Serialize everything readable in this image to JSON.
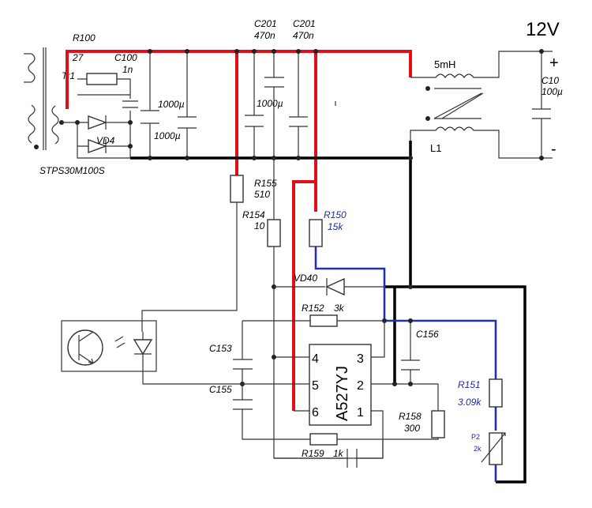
{
  "supply": {
    "voltage": "12V",
    "plus": "+",
    "minus": "-"
  },
  "transformer": {
    "name": "Tr1"
  },
  "resistors": {
    "r100": {
      "ref": "R100",
      "value": "27"
    },
    "r155": {
      "ref": "R155",
      "value": "510"
    },
    "r154": {
      "ref": "R154",
      "value": "10"
    },
    "r150": {
      "ref": "R150",
      "value": "15k"
    },
    "r152": {
      "ref": "R152",
      "value": "3k"
    },
    "r151": {
      "ref": "R151",
      "value": "3.09k"
    },
    "r158": {
      "ref": "R158",
      "value": "300"
    },
    "r159": {
      "ref": "R159",
      "value": "1k"
    },
    "p2": {
      "ref": "P2",
      "value": "2k"
    }
  },
  "capacitors": {
    "c100": {
      "ref": "C100",
      "value": "1n"
    },
    "c201a": {
      "ref": "C201",
      "value": "470n"
    },
    "c201b": {
      "ref": "C201",
      "value": "470n"
    },
    "bulk1": {
      "value": "1000µ"
    },
    "bulk2": {
      "value": "1000µ"
    },
    "bulk3": {
      "value": "1000µ"
    },
    "c10": {
      "ref": "C10",
      "value": "100µ"
    },
    "c153": {
      "ref": "C153"
    },
    "c155": {
      "ref": "C155"
    },
    "c156": {
      "ref": "C156"
    }
  },
  "diodes": {
    "vd4": {
      "ref": "VD4",
      "part": "STPS30M100S"
    },
    "vd40": {
      "ref": "VD40"
    }
  },
  "inductor": {
    "ref": "L1",
    "value": "5mH"
  },
  "ic": {
    "name": "A527YJ",
    "pins": [
      "1",
      "2",
      "3",
      "4",
      "5",
      "6"
    ]
  },
  "colors": {
    "hv_rail": "#e0101a",
    "ground": "#000000",
    "feedback": "#1e32b4"
  }
}
